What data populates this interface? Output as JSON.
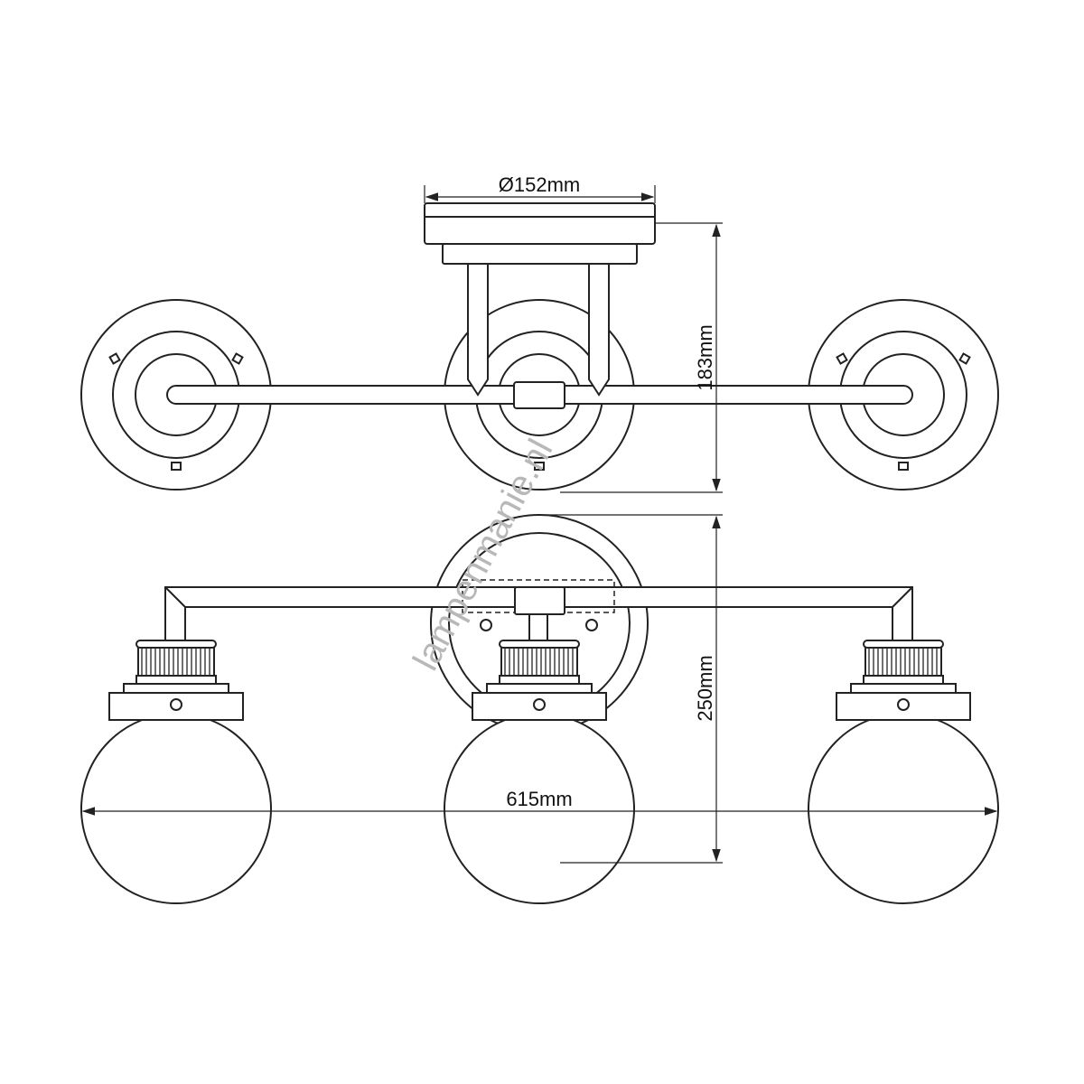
{
  "drawing": {
    "dimensions": {
      "canopy_diameter": "Ø152mm",
      "top_height": "183mm",
      "front_height": "250mm",
      "overall_width": "615mm"
    },
    "watermark": "lampenmanie.nl",
    "line_color": "#222222"
  }
}
